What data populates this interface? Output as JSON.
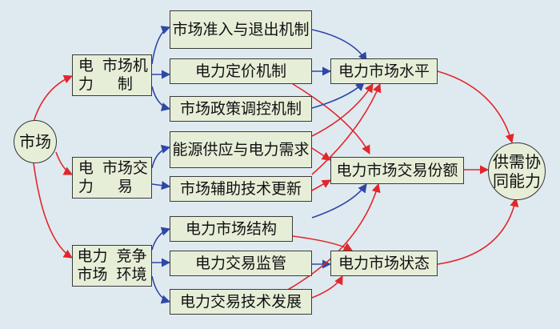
{
  "nodes": {
    "market": "市场",
    "mech_l1": "电力",
    "mech_l2": "市场机制",
    "trade_l1": "电力",
    "trade_l2": "市场交易",
    "env_l1": "电力市场",
    "env_l2": "竞争环境",
    "entry_l1": "市场准入",
    "entry_l2": "与退出机制",
    "pricing": "电力定价机制",
    "policy": "市场政策调控机制",
    "supply_l1": "能源供应",
    "supply_l2": "与电力需求",
    "aux": "市场辅助技术更新",
    "structure": "电力市场结构",
    "supervision": "电力交易监管",
    "tech": "电力交易技术发展",
    "level": "电力市场水平",
    "share": "电力市场交易份额",
    "state": "电力市场状态",
    "coop_l1": "供需协",
    "coop_l2": "同能力"
  },
  "colors": {
    "red": "#e2262a",
    "blue": "#2f47a6"
  }
}
